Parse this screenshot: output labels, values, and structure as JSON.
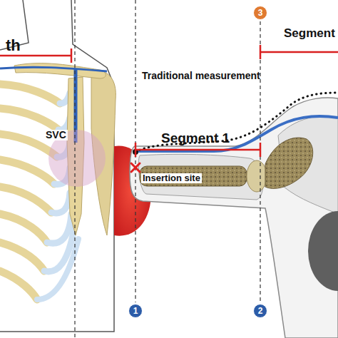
{
  "diagram": {
    "nodes": [
      {
        "text": [
          "3"
        ]
      },
      {
        "text": [
          "1"
        ]
      },
      {
        "text": [
          "2"
        ]
      }
    ],
    "labels": [
      "th",
      "SVC",
      "Segment",
      "Traditional measurement",
      "Segment 1",
      "Insertion site"
    ]
  }
}
